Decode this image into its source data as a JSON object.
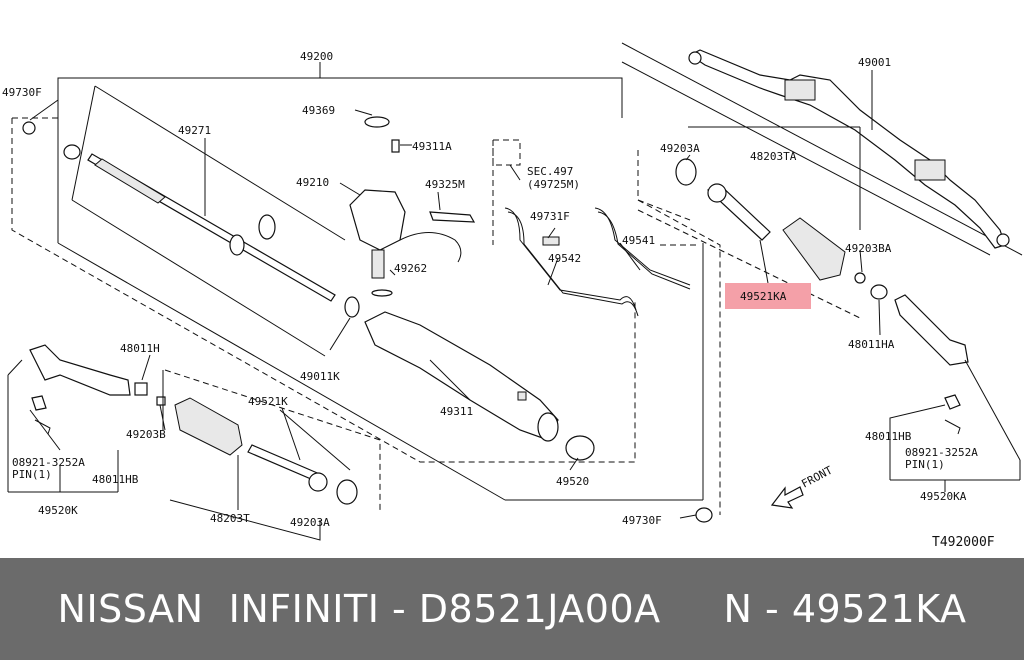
{
  "highlight_color": "#f4a0a8",
  "banner_color": "#6b6b6b",
  "banner": {
    "text": "NISSAN  INFINITI - D8521JA00A     N - 49521KA"
  },
  "labels": {
    "l49200": "49200",
    "l49001": "49001",
    "l49730F_top": "49730F",
    "l49369": "49369",
    "l49311A": "49311A",
    "l49271": "49271",
    "l49210": "49210",
    "l49325M": "49325M",
    "sec497": "SEC.497",
    "sec497b": "(49725M)",
    "l49731F": "49731F",
    "l49541": "49541",
    "l49542": "49542",
    "l49262": "49262",
    "l49203A_top": "49203A",
    "l48203TA": "48203TA",
    "l49203BA": "49203BA",
    "l49521KA": "49521KA",
    "l48011HA": "48011HA",
    "l48011H": "48011H",
    "l49521K": "49521K",
    "l49203B": "49203B",
    "l08921_left": "08921-3252A",
    "pin_left": "PIN(1)",
    "l48011HB_left": "48011HB",
    "l49520K": "49520K",
    "l49011K": "49011K",
    "l49311": "49311",
    "l49520": "49520",
    "l48203T": "48203T",
    "l49203A_bot": "49203A",
    "l49730F_bot": "49730F",
    "front": "FRONT",
    "l48011HB_right": "48011HB",
    "l08921_right": "08921-3252A",
    "pin_right": "PIN(1)",
    "l49520KA": "49520KA",
    "code": "T492000F"
  }
}
